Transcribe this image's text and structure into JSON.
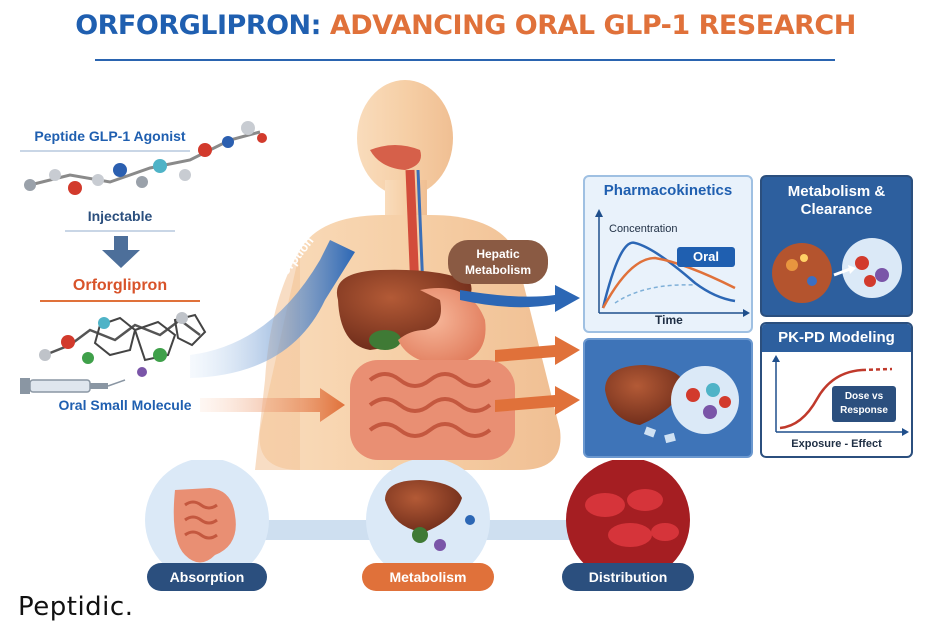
{
  "title": {
    "part1": "ORFORGLIPRON:",
    "part2": "ADVANCING ORAL GLP-1 RESEARCH"
  },
  "left": {
    "peptide_label": "Peptide GLP-1 Agonist",
    "injectable_label": "Injectable",
    "orforglipron_label": "Orforglipron",
    "oral_label": "Oral Small Molecule"
  },
  "body": {
    "absorption_arrow": "Absorption",
    "hepatic_label_line1": "Hepatic",
    "hepatic_label_line2": "Metabolism"
  },
  "panels": {
    "pk": {
      "title": "Pharmacokinetics",
      "ylabel": "Concentration",
      "xlabel": "Time",
      "badge": "Oral"
    },
    "metabolism": {
      "title_line1": "Metabolism &",
      "title_line2": "Clearance"
    },
    "pkpd": {
      "title": "PK-PD Modeling",
      "box_line1": "Dose vs",
      "box_line2": "Response",
      "xlabel": "Exposure - Effect"
    }
  },
  "bottom": {
    "absorption": "Absorption",
    "metabolism": "Metabolism",
    "distribution": "Distribution"
  },
  "brand": "Peptidic.",
  "colors": {
    "blue": "#1f5fb0",
    "orange": "#e0713a",
    "navy": "#2b4f7e",
    "skin": "#f6cfa6",
    "liver": "#8a3b25"
  }
}
